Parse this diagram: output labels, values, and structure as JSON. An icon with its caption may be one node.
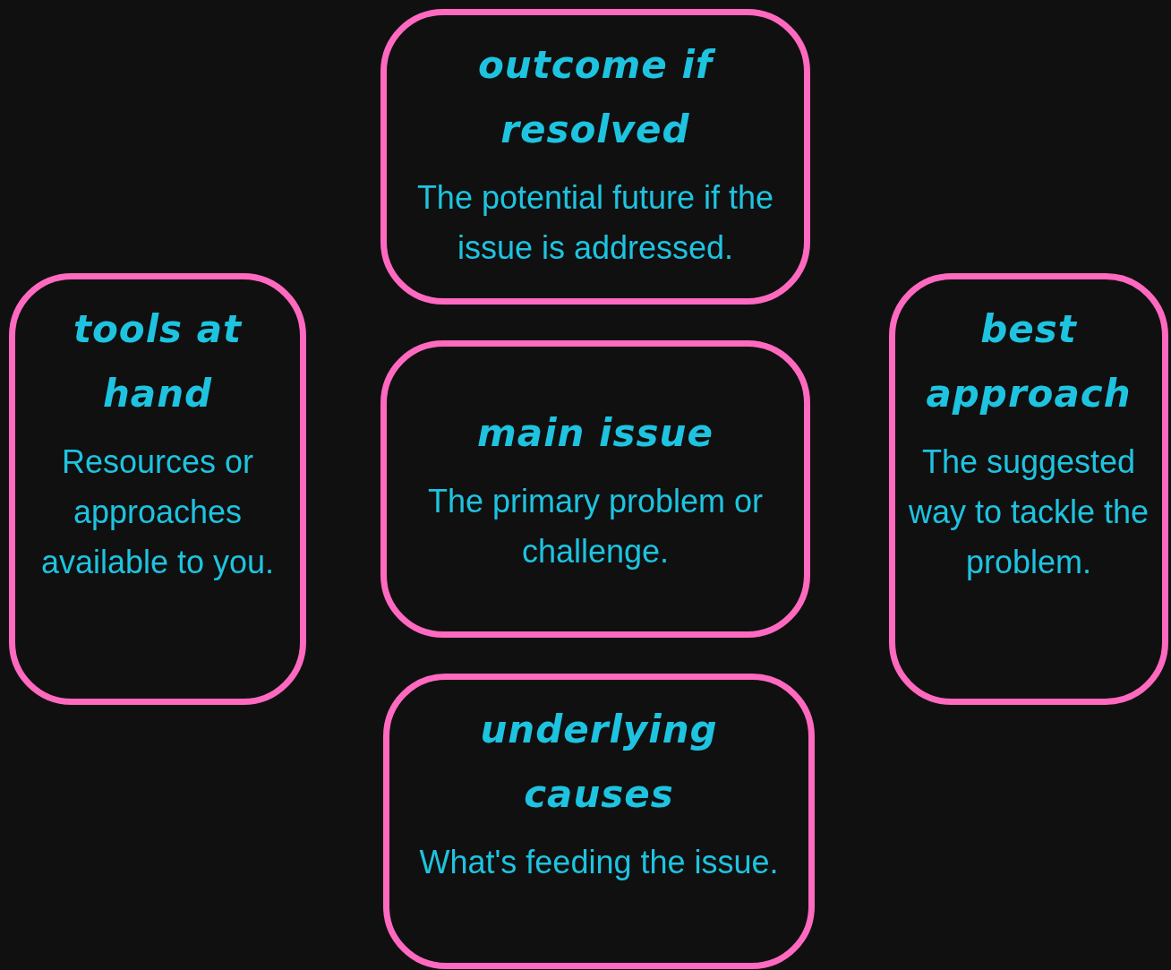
{
  "diagram": {
    "nodes": [
      {
        "text": [
          "outcome if resolved",
          "The potential future if the issue is addressed."
        ]
      },
      {
        "text": [
          "tools at hand",
          "Resources or approaches available to you."
        ]
      },
      {
        "text": [
          "main issue",
          "The primary problem or challenge."
        ]
      },
      {
        "text": [
          "best approach",
          "The suggested way to tackle the problem."
        ]
      },
      {
        "text": [
          "underlying causes",
          "What's feeding the issue."
        ]
      }
    ]
  }
}
